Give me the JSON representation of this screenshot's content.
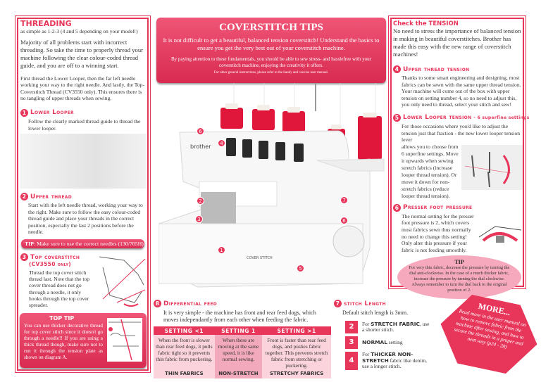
{
  "colors": {
    "accent": "#e8365b",
    "table_light": "#fbd3dd",
    "table_mid": "#f2a9bb"
  },
  "banner": {
    "title": "COVERSTITCH TIPS",
    "lead": "It is not difficult to get a beautiful, balanced tension coverstitch! Understand the basics to ensure you get the very best out of your coverstitch machine.",
    "body": "By paying attention to these fundamentals, you should be able to sew stress- and hasslefree with your coverstitch machine, enjoying the creativity it offers.",
    "note": "For other general instructions, please refer to the handy and concise user manual."
  },
  "threading": {
    "title": "THREADING",
    "subtitle": "as simple as 1-2-3 (4 and 5 depending on your model!)",
    "para1": "Majority of all problems start with incorrect threading. So take the time to properly thread your machine following the clear colour-coded thread guide, and you are off to a winning start.",
    "para2": "First thread the Lower Looper, then the far left needle working your way to the right needle. And lastly, the Top-Coverstitch Thread (CV3550 only). This ensures there is no tangling of upper threads when sewing.",
    "s1": {
      "num": "1",
      "title": "Lower Looper",
      "text": "Follow the clearly marked thread guide to thread the lower looper."
    },
    "s2": {
      "num": "2",
      "title": "Upper thread",
      "text": "Start with the left needle thread, working your way to the right. Make sure to follow the easy colour-coded thread guide and place your threads in the correct position, especially the last 2 positions before the needle."
    },
    "tip": {
      "label": "TIP",
      "text": ": Make sure to use the correct needles (130/705H)"
    },
    "s3": {
      "num": "3",
      "title": "Top coverstitch",
      "sub": "(CV3550 only)",
      "text": "Thread the top cover stitch thread last. Note that the top cover thread does not go through a needle, it only hooks through the top cover spreader."
    },
    "top_tip": {
      "title": "TOP TIP",
      "text": "You can use thicker decorative thread for top cover stitch since it doesn't go through a needle!! If you are using a thick thread though, make sure not to run it through the tension plate as shown on diagram A."
    }
  },
  "machine": {
    "brand": "brother",
    "model": "COVER STITCH",
    "markers": [
      "6",
      "4",
      "2",
      "3",
      "1",
      "5",
      "7",
      "6"
    ]
  },
  "tension": {
    "title": "Check the TENSION",
    "intro": "No need to stress the importance of balanced tension in making in beautiful coverstitches. Brother has made this easy with the new range of coverstitch machines!",
    "s4": {
      "num": "4",
      "title": "Upper thread tension",
      "text": "Thanks to some smart engineering and designing, most fabrics can be sewn with the same upper thread tension. Your machine will come out of the box with upper tension on setting number 4, so no need to adjust this, you only need to thread, select your stitch and sew!"
    },
    "s5": {
      "num": "5",
      "title": "Lower Looper tension",
      "suffix": "- 6 superfine settings",
      "text1": "For those occasions where you'd like to adjust the tension just that fraction - the new lower looper tension lever",
      "text2": "allows you to choose from 6 superfine settings. Move it upwards when sewing stretch fabrics (increase looper thread tension). Or move it down for non-stretch fabrics (reduce looper thread tension)."
    },
    "s6": {
      "num": "6",
      "title": "Presser foot pressure",
      "text": "The normal setting for the presser foot pressure is 2, which covers most fabrics sewn thus normally no need to change this setting! Only alter this pressure if your fabric is not feeding smoothly."
    },
    "tip": {
      "title": "TIP",
      "text": "For very thin fabric, decrease the pressure by turning the dial anti-clockwise. In the case of a much thicker fabric, increase the pressure by turning the dial clockwise. Always remember to turn the dial back to the original position of 2."
    }
  },
  "diff_feed": {
    "num": "8",
    "title": "Differential feed",
    "text": "It is very simple - the machine has front and rear feed dogs, which moves independantly from each other when feeding the fabric.",
    "columns": [
      {
        "header": "SETTING <1",
        "text": "When the front is slower than rear feed dogs, it pulls fabric tight so it prevents thin fabric from puckering.",
        "footer": "THIN FABRICS"
      },
      {
        "header": "SETTING 1",
        "text": "When these are moving at the same speed, it is like normal sewing.",
        "footer": "NON-STRETCH"
      },
      {
        "header": "SETTING >1",
        "text": "Front is faster than rear feed dogs, and pushes fabric together. This prevents stretch fabric from stretching or puckering.",
        "footer": "STRETCHY FABRICS"
      }
    ]
  },
  "stitch_length": {
    "num": "7",
    "title": "stitch Length",
    "text": "Default stitch length is 3mm.",
    "rows": [
      {
        "value": "2",
        "pre": "For ",
        "bold": "STRETCH FABRIC",
        "post": ", use a shorter stitch."
      },
      {
        "value": "3",
        "pre": "",
        "bold": "NORMAL",
        "post": " setting"
      },
      {
        "value": "4",
        "pre": "For ",
        "bold": "THICKER NON-STRETCH",
        "post": " fabric like denim, use a longer stitch."
      }
    ]
  },
  "more": {
    "title": "MORE...",
    "text": "Read more in the user manual on how to remove fabric from the machine after sewing, and how to secure the threads in a proper and neat way (p24 - 28)"
  }
}
